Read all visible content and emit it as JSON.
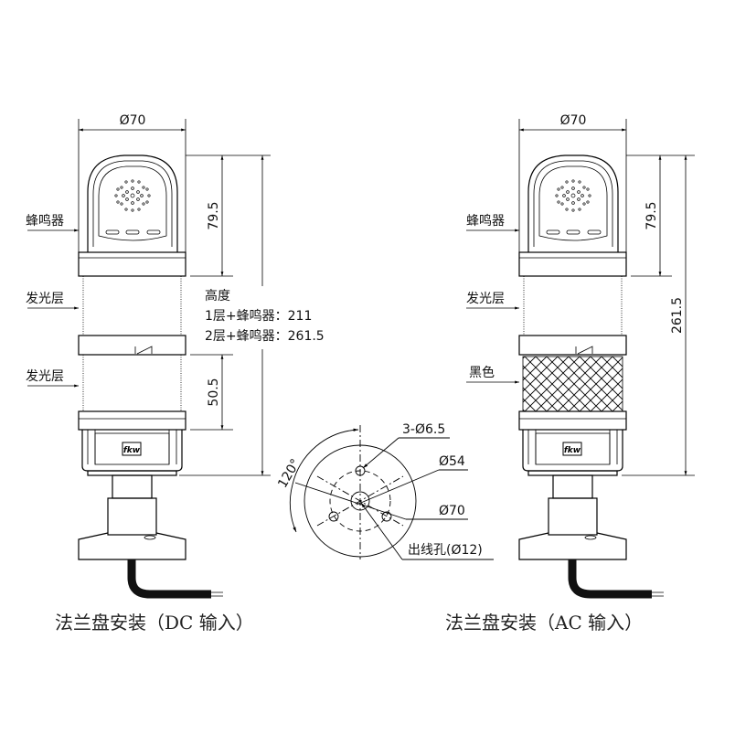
{
  "left_view": {
    "dia": "Ø70",
    "buzzer_label": "蜂鸣器",
    "light_label_1": "发光层",
    "light_label_2": "发光层",
    "dim_buzzer": "79.5",
    "dim_tier": "50.5",
    "height_title": "高度",
    "height_1": "1层+蜂鸣器：211",
    "height_2": "2层+蜂鸣器：261.5",
    "caption": "法兰盘安装（DC 输入）"
  },
  "flange_view": {
    "angle": "120°",
    "holes": "3-Ø6.5",
    "pcd": "Ø54",
    "outer": "Ø70",
    "cable_hole": "出线孔(Ø12)"
  },
  "right_view": {
    "dia": "Ø70",
    "buzzer_label": "蜂鸣器",
    "light_label": "发光层",
    "black_label": "黑色",
    "dim_buzzer": "79.5",
    "dim_total": "261.5",
    "caption": "法兰盘安装（AC 输入）"
  }
}
